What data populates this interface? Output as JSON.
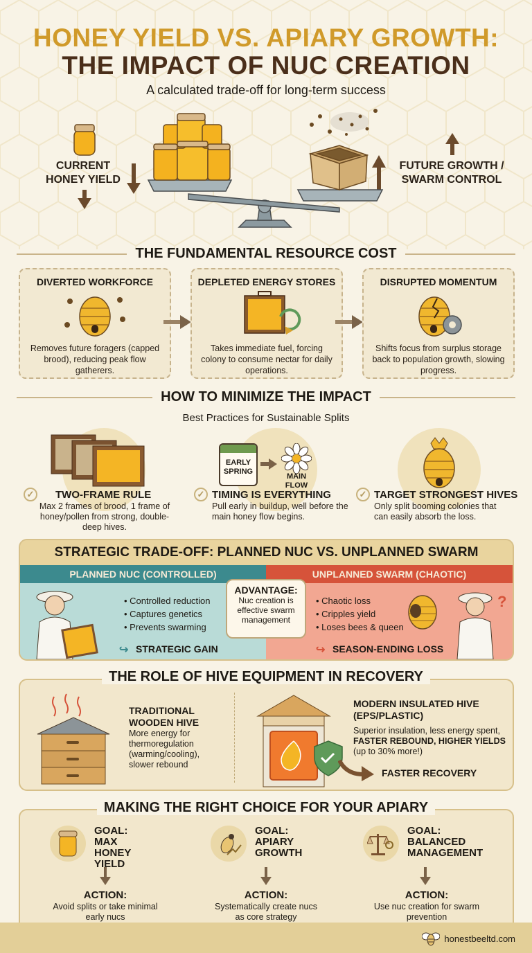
{
  "header": {
    "title_line1": "HONEY YIELD VS. APIARY GROWTH:",
    "title_line2": "THE IMPACT OF NUC CREATION",
    "subtitle": "A calculated trade-off for long-term success"
  },
  "hero": {
    "left_label": "CURRENT HONEY YIELD",
    "right_label": "FUTURE GROWTH / SWARM CONTROL",
    "icons": [
      "honey-jar-icon",
      "balance-scale-icon",
      "beehive-box-icon",
      "bees-icon",
      "arrow-down-icon",
      "arrow-up-icon"
    ]
  },
  "resource_cost": {
    "heading": "THE FUNDAMENTAL RESOURCE COST",
    "cards": [
      {
        "title": "DIVERTED WORKFORCE",
        "desc": "Removes future foragers (capped brood), reducing peak flow gatherers.",
        "icon": "skep-bees-icon"
      },
      {
        "title": "DEPLETED ENERGY STORES",
        "desc": "Takes immediate fuel, forcing colony to consume nectar for daily operations.",
        "icon": "honey-frame-cycle-icon"
      },
      {
        "title": "DISRUPTED MOMENTUM",
        "desc": "Shifts focus from surplus storage back to population growth, slowing progress.",
        "icon": "cracked-skep-gear-icon"
      }
    ]
  },
  "minimize": {
    "heading": "HOW TO MINIMIZE THE IMPACT",
    "subheading": "Best Practices for Sustainable Splits",
    "items": [
      {
        "title": "TWO-FRAME RULE",
        "desc": "Max 2 frames of brood, 1 frame of honey/pollen from strong, double-deep hives.",
        "icon": "frames-icon"
      },
      {
        "title": "TIMING IS EVERYTHING",
        "desc": "Pull early in buildup, well before the main honey flow begins.",
        "icon": "calendar-flower-icon",
        "calendar_label": "EARLY SPRING",
        "flow_label": "MAIN FLOW"
      },
      {
        "title": "TARGET STRONGEST HIVES",
        "desc": "Only split booming colonies that can easily absorb the loss.",
        "icon": "crowned-hive-icon"
      }
    ]
  },
  "tradeoff": {
    "heading": "STRATEGIC TRADE-OFF: PLANNED NUC VS. UNPLANNED SWARM",
    "planned": {
      "label": "PLANNED NUC (CONTROLLED)",
      "bullets": [
        "Controlled reduction",
        "Captures genetics",
        "Prevents swarming"
      ],
      "outcome": "STRATEGIC GAIN",
      "color": "#3c8a8e"
    },
    "unplanned": {
      "label": "UNPLANNED SWARM (CHAOTIC)",
      "bullets": [
        "Chaotic loss",
        "Cripples yield",
        "Loses bees & queen"
      ],
      "outcome": "SEASON-ENDING LOSS",
      "color": "#d6533a"
    },
    "advantage": {
      "title": "ADVANTAGE:",
      "desc": "Nuc creation is effective swarm management"
    }
  },
  "equipment": {
    "heading": "THE ROLE OF HIVE EQUIPMENT IN RECOVERY",
    "traditional": {
      "title": "TRADITIONAL WOODEN HIVE",
      "desc": "More energy for thermoregulation (warming/cooling), slower rebound"
    },
    "modern": {
      "title": "MODERN INSULATED HIVE (EPS/PLASTIC)",
      "desc_plain1": "Superior insulation, less energy spent, ",
      "desc_bold": "FASTER REBOUND, HIGHER YIELDS",
      "desc_plain2": " (up to 30% more!)",
      "outcome": "FASTER RECOVERY"
    }
  },
  "choice": {
    "heading": "MAKING THE RIGHT CHOICE FOR YOUR APIARY",
    "goals": [
      {
        "goal_label": "GOAL:",
        "goal": "MAX HONEY YIELD",
        "action_label": "ACTION:",
        "action": "Avoid splits or take minimal early nucs",
        "icon": "honey-jar-icon"
      },
      {
        "goal_label": "GOAL:",
        "goal": "APIARY GROWTH",
        "action_label": "ACTION:",
        "action": "Systematically create nucs as core strategy",
        "icon": "bee-growth-icon"
      },
      {
        "goal_label": "GOAL:",
        "goal": "BALANCED MANAGEMENT",
        "action_label": "ACTION:",
        "action": "Use nuc creation for swarm prevention",
        "icon": "scale-gear-icon"
      }
    ]
  },
  "footer": {
    "brand": "honestbeeltd.com"
  },
  "colors": {
    "background": "#f8f3e6",
    "gold": "#d09a2a",
    "brown": "#4a2e1a",
    "teal": "#3c8a8e",
    "red": "#d6533a"
  }
}
